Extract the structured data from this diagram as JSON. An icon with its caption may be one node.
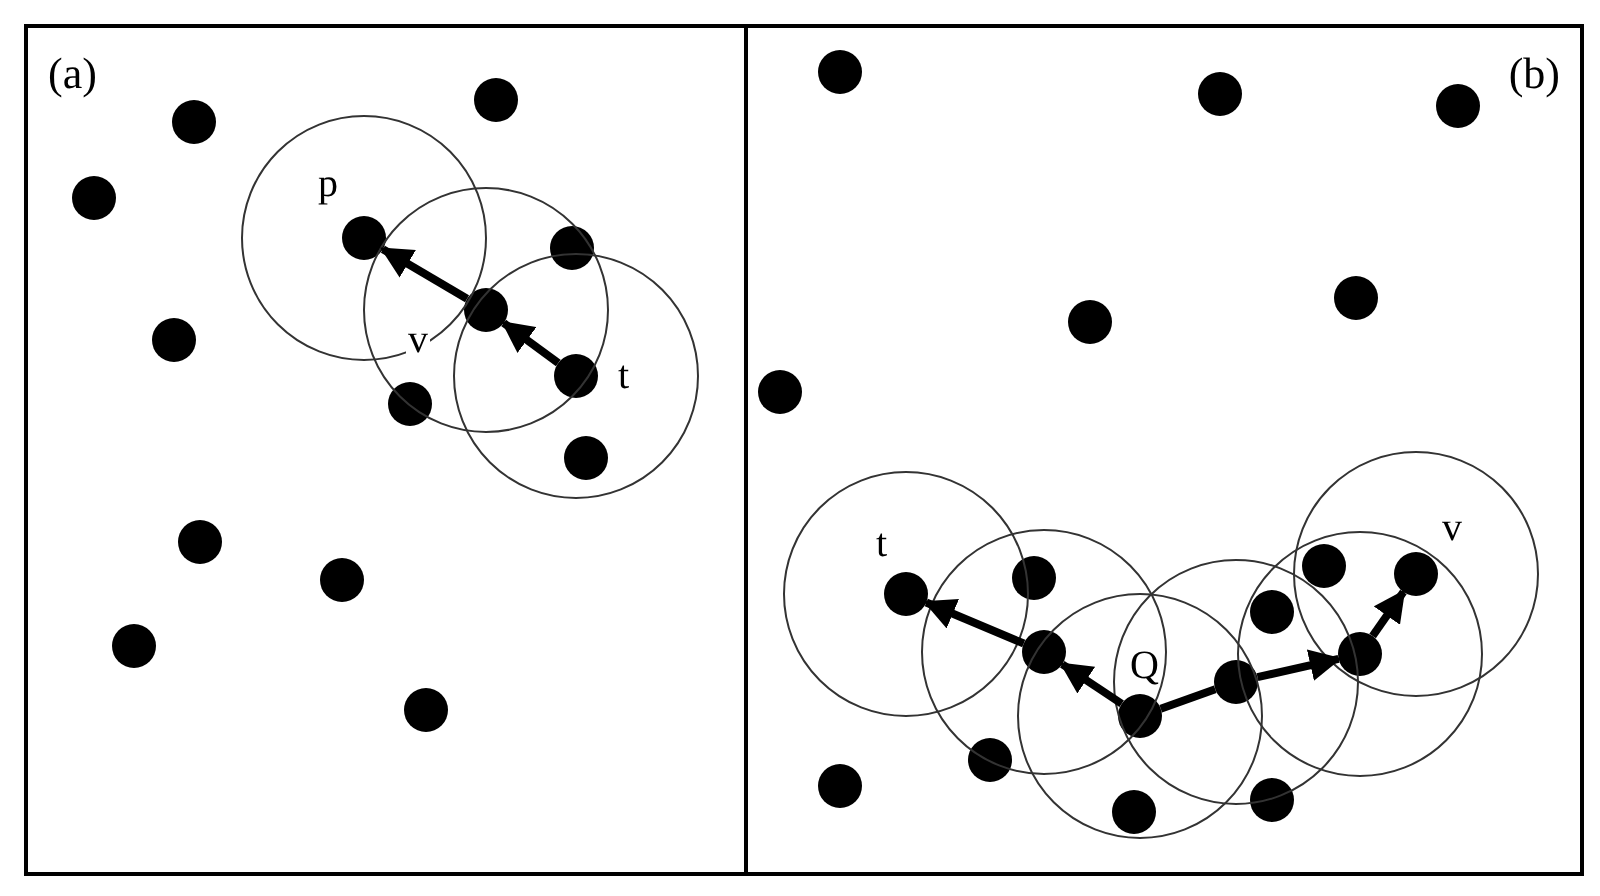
{
  "diagram": {
    "nodes": [
      {
        "text": [
          "(a)"
        ]
      },
      {
        "text": [],
        "shape": "circle",
        "in": 0
      },
      {
        "text": [],
        "shape": "circle",
        "in": 0
      },
      {
        "text": [],
        "shape": "circle",
        "in": 0
      },
      {
        "text": [],
        "shape": "circle",
        "in": 0,
        "beside": [
          "p"
        ]
      },
      {
        "text": [],
        "shape": "circle",
        "in": 0
      },
      {
        "text": [],
        "shape": "circle",
        "in": 0,
        "beside": [
          "v"
        ]
      },
      {
        "text": [],
        "shape": "circle",
        "in": 0
      },
      {
        "text": [],
        "shape": "circle",
        "in": 0,
        "beside": [
          "t"
        ]
      },
      {
        "text": [],
        "shape": "circle",
        "in": 0
      },
      {
        "text": [],
        "shape": "circle",
        "in": 0
      },
      {
        "text": [],
        "shape": "circle",
        "in": 0
      },
      {
        "text": [],
        "shape": "circle",
        "in": 0
      },
      {
        "text": [],
        "shape": "circle",
        "in": 0
      },
      {
        "text": [],
        "shape": "circle",
        "in": 0
      },
      {
        "text": [
          "(b)"
        ]
      },
      {
        "text": [],
        "shape": "circle",
        "in": 15
      },
      {
        "text": [],
        "shape": "circle",
        "in": 15
      },
      {
        "text": [],
        "shape": "circle",
        "in": 15
      },
      {
        "text": [],
        "shape": "circle",
        "in": 15
      },
      {
        "text": [],
        "shape": "circle",
        "in": 15
      },
      {
        "text": [],
        "shape": "circle",
        "in": 15
      },
      {
        "text": [],
        "shape": "circle",
        "in": 15
      },
      {
        "text": [],
        "shape": "circle",
        "in": 15,
        "beside": [
          "v"
        ]
      },
      {
        "text": [],
        "shape": "circle",
        "in": 15
      },
      {
        "text": [],
        "shape": "circle",
        "in": 15,
        "beside": [
          "t"
        ]
      },
      {
        "text": [],
        "shape": "circle",
        "in": 15
      },
      {
        "text": [],
        "shape": "circle",
        "in": 15
      },
      {
        "text": [],
        "shape": "circle",
        "in": 15
      },
      {
        "text": [],
        "shape": "circle",
        "in": 15
      },
      {
        "text": [],
        "shape": "circle",
        "in": 15,
        "beside": [
          "Q"
        ]
      },
      {
        "text": [],
        "shape": "circle",
        "in": 15
      },
      {
        "text": [],
        "shape": "circle",
        "in": 15
      },
      {
        "text": [],
        "shape": "circle",
        "in": 15
      },
      {
        "text": [],
        "shape": "circle",
        "in": 15
      }
    ],
    "edges": [
      {
        "from": 8,
        "to": 6,
        "arrow": "to"
      },
      {
        "from": 6,
        "to": 4,
        "arrow": "to"
      },
      {
        "from": 30,
        "to": 27,
        "arrow": "to"
      },
      {
        "from": 27,
        "to": 25,
        "arrow": "to"
      },
      {
        "from": 30,
        "to": 29,
        "arrow": "none"
      },
      {
        "from": 29,
        "to": 28,
        "arrow": "to"
      },
      {
        "from": 28,
        "to": 23,
        "arrow": "to"
      }
    ]
  }
}
